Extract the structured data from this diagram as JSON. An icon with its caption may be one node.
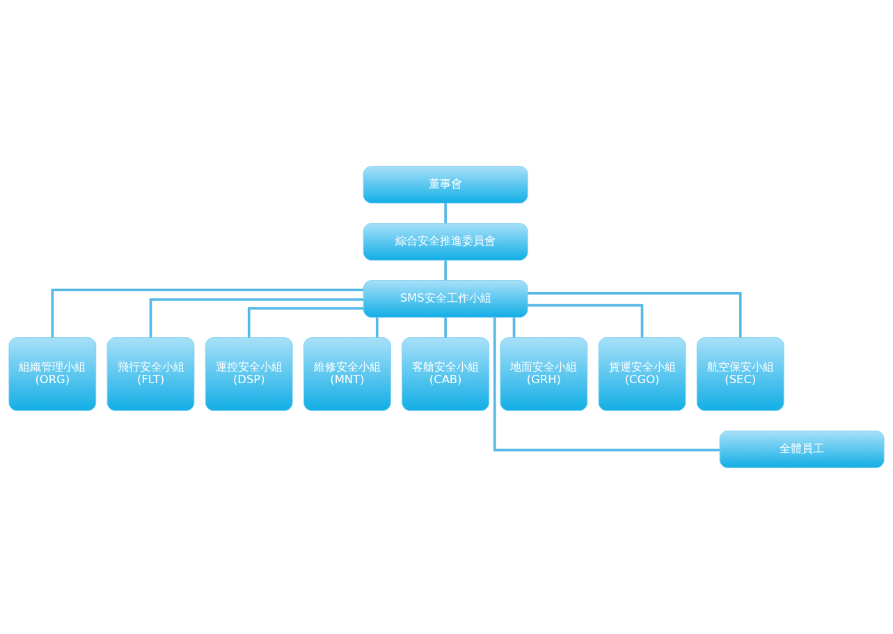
{
  "diagram": {
    "nodes": [
      {
        "text": [
          "董事會"
        ]
      },
      {
        "text": [
          "綜合安全推進委員會"
        ]
      },
      {
        "text": [
          "SMS安全工作小組"
        ]
      },
      {
        "text": [
          "組織管理小組",
          "(ORG)"
        ]
      },
      {
        "text": [
          "飛行安全小組",
          "(FLT)"
        ]
      },
      {
        "text": [
          "運控安全小組",
          "(DSP)"
        ]
      },
      {
        "text": [
          "維修安全小組",
          "(MNT)"
        ]
      },
      {
        "text": [
          "客艙安全小組",
          "(CAB)"
        ]
      },
      {
        "text": [
          "地面安全小組",
          "(GRH)"
        ]
      },
      {
        "text": [
          "貨運安全小組",
          "(CGO)"
        ]
      },
      {
        "text": [
          "航空保安小組",
          "(SEC)"
        ]
      },
      {
        "text": [
          "全體員工"
        ]
      }
    ],
    "edges": [
      {
        "from": 0,
        "to": 1,
        "arrow": "none"
      },
      {
        "from": 1,
        "to": 2,
        "arrow": "none"
      },
      {
        "from": 2,
        "to": 3,
        "arrow": "none"
      },
      {
        "from": 2,
        "to": 4,
        "arrow": "none"
      },
      {
        "from": 2,
        "to": 5,
        "arrow": "none"
      },
      {
        "from": 2,
        "to": 6,
        "arrow": "none"
      },
      {
        "from": 2,
        "to": 7,
        "arrow": "none"
      },
      {
        "from": 2,
        "to": 8,
        "arrow": "none"
      },
      {
        "from": 2,
        "to": 9,
        "arrow": "none"
      },
      {
        "from": 2,
        "to": 10,
        "arrow": "none"
      },
      {
        "from": 2,
        "to": 11,
        "arrow": "none"
      }
    ]
  }
}
